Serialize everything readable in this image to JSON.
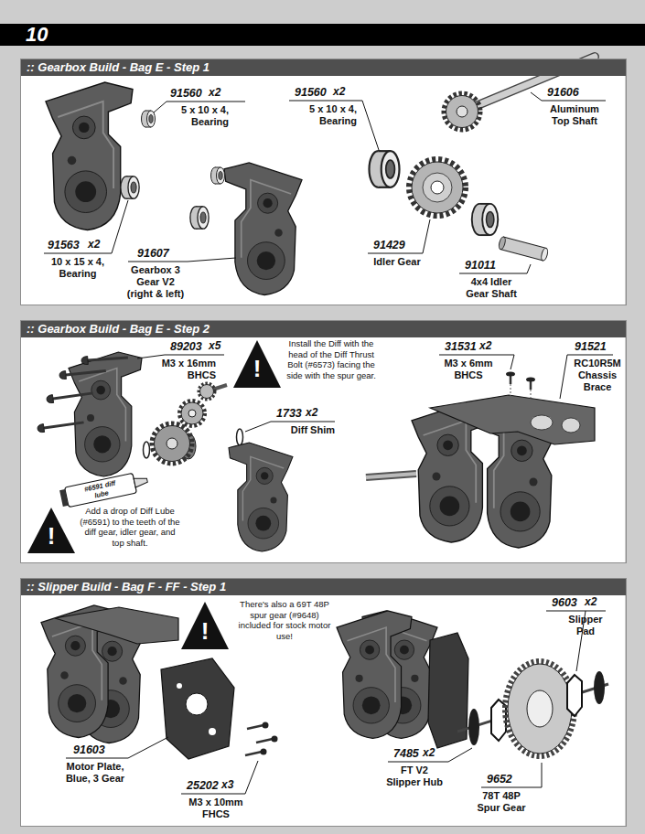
{
  "diagram": {
    "title": "10",
    "nodes": [
      {
        "text": [
          ":: Gearbox Build - Bag E - Step 1"
        ]
      },
      {
        "text": [
          ":: Gearbox Build - Bag E - Step 2"
        ]
      },
      {
        "text": [
          ":: Slipper Build - Bag F - FF - Step 1"
        ]
      }
    ],
    "labels": [
      "91560",
      "x2",
      "5 x 10 x 4, Bearing",
      "91563",
      "x2",
      "10 x 15 x 4, Bearing",
      "91607",
      "Gearbox 3 Gear V2 (right & left)",
      "91560",
      "x2",
      "5 x 10 x 4, Bearing",
      "91606",
      "Aluminum Top Shaft",
      "91429",
      "Idler Gear",
      "91011",
      "4x4 Idler Gear Shaft",
      "89203",
      "x5",
      "M3 x 16mm BHCS",
      "!",
      "Install the Diff with the head of the Diff Thrust Bolt (#6573) facing the side with the spur gear.",
      "1733",
      "x2",
      "Diff Shim",
      "31531",
      "x2",
      "M3 x 6mm BHCS",
      "91521",
      "RC10R5M Chassis Brace",
      "#6591 diff lube",
      "!",
      "Add a drop of Diff Lube (#6591) to the teeth of the diff gear, idler gear, and top shaft.",
      "!",
      "There's also a 69T 48P spur gear (#9648) included for stock motor use!",
      "91603",
      "Motor Plate, Blue, 3 Gear",
      "25202",
      "x3",
      "M3 x 10mm FHCS",
      "7485",
      "x2",
      "FT V2 Slipper Hub",
      "9603",
      "x2",
      "Slipper Pad",
      "9652",
      "78T 48P Spur Gear"
    ]
  }
}
